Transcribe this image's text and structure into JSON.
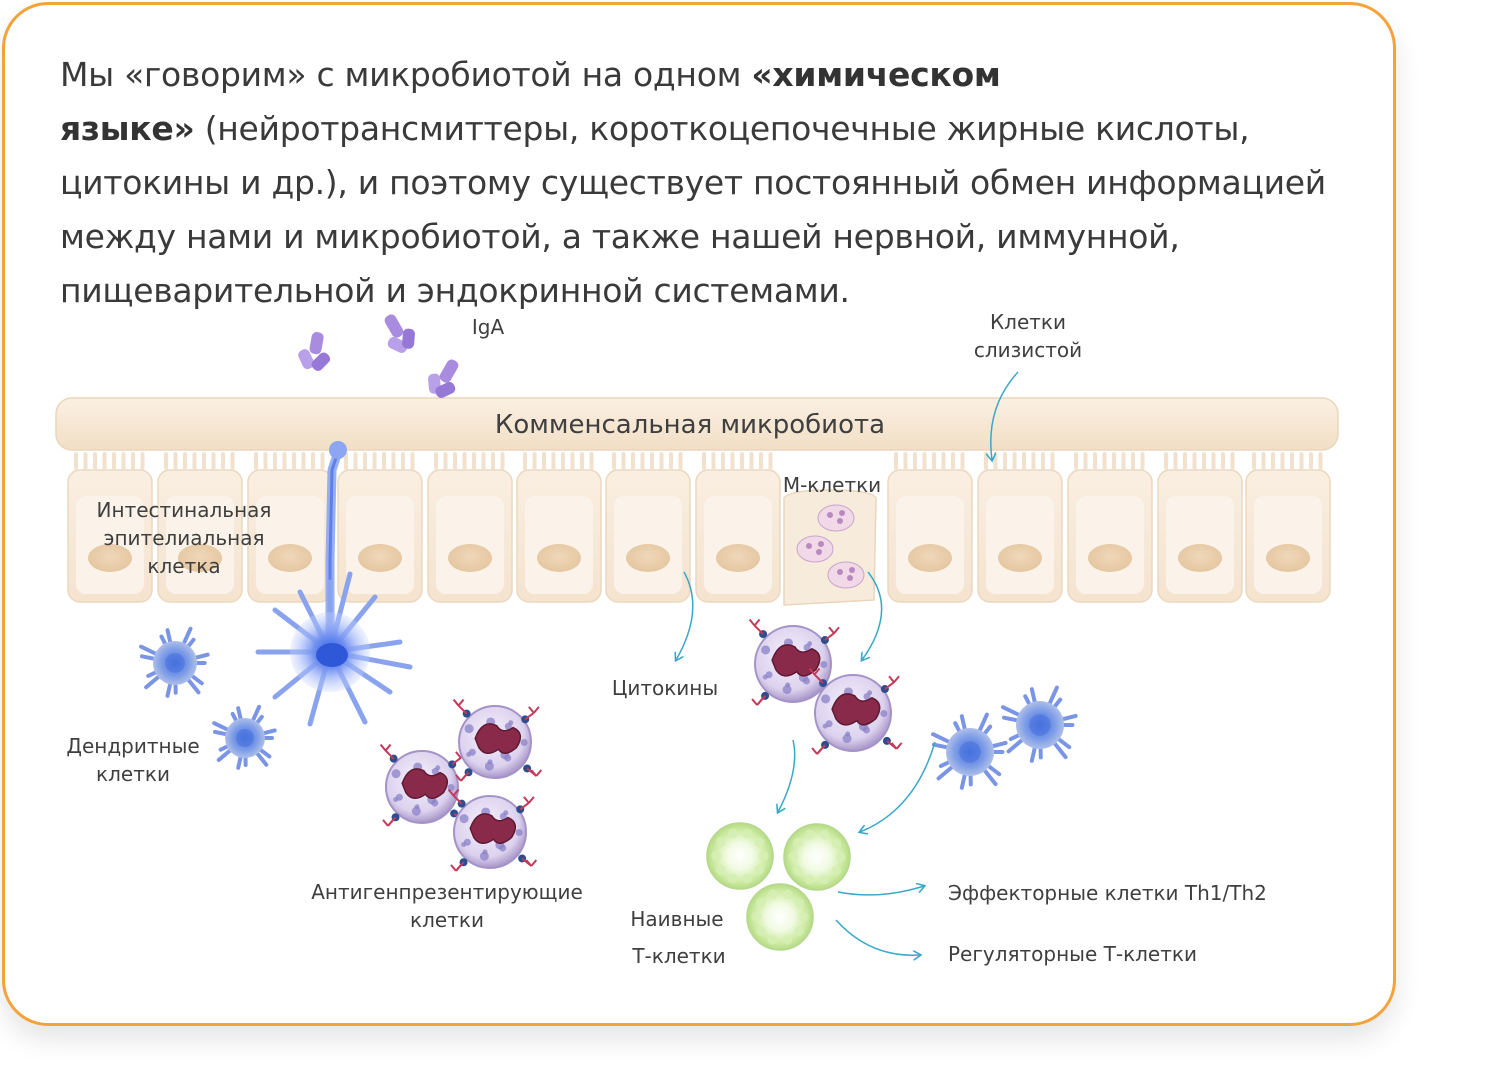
{
  "intro": {
    "l1_text": "Мы «говорим» с микробиотой на одном ",
    "l1_bold": "«химическом",
    "l2_bold": "языке»",
    "l2_text": " (нейротрансмиттеры, короткоцепочечные жирные кислоты,",
    "l3": "цитокины и др.), и поэтому существует постоянный обмен информацией",
    "l4": "между нами и микробиотой, а также нашей нервной, иммунной,",
    "l5": "пищеварительной и эндокринной системами."
  },
  "labels": {
    "iga": "IgA",
    "mucus_1": "Клетки",
    "mucus_2": "слизистой",
    "microbiota": "Комменсальная микробиота",
    "mcells": "M-клетки",
    "epithelial_1": "Интестинальная",
    "epithelial_2": "эпителиальная",
    "epithelial_3": "клетка",
    "dendritic_1": "Дендритные",
    "dendritic_2": "клетки",
    "cytokines": "Цитокины",
    "apc_1": "Антигенпрезентирующие",
    "apc_2": "клетки",
    "naive_1": "Наивные",
    "naive_2": "Т-клетки",
    "effector": "Эффекторные клетки Th1/Th2",
    "regulatory": "Регуляторные  Т-клетки"
  },
  "colors": {
    "border": "#f5a23a",
    "epithelium": "#f6e8d6",
    "arrow": "#3aa8c8",
    "dendritic": "#6f8fe0",
    "granulocyte": "#8a2a4a",
    "tcell": "#c8e89a",
    "antibody": "#a98be0"
  }
}
